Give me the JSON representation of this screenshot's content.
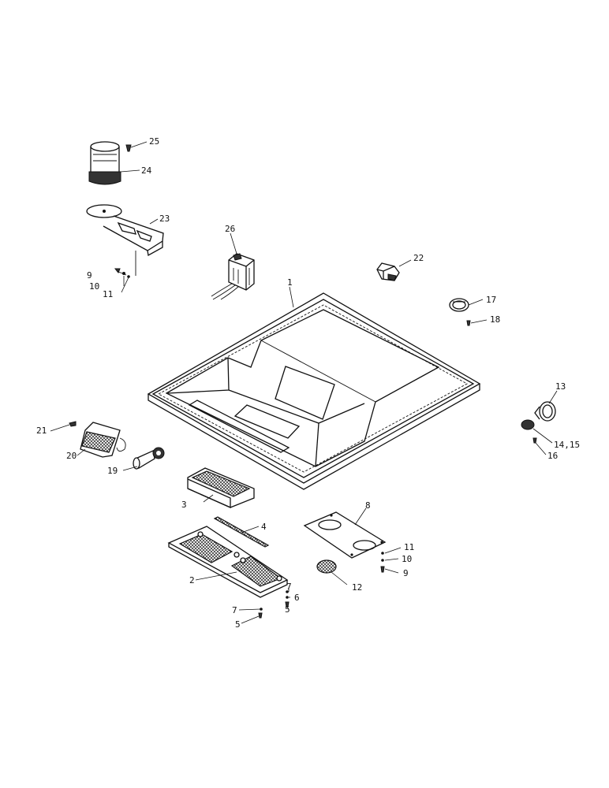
{
  "labels": [
    {
      "key": "l1",
      "text": "1"
    },
    {
      "key": "l2",
      "text": "2"
    },
    {
      "key": "l3",
      "text": "3"
    },
    {
      "key": "l4",
      "text": "4"
    },
    {
      "key": "l5a",
      "text": "5"
    },
    {
      "key": "l5b",
      "text": "5"
    },
    {
      "key": "l6",
      "text": "6"
    },
    {
      "key": "l7a",
      "text": "7"
    },
    {
      "key": "l7b",
      "text": "7"
    },
    {
      "key": "l8",
      "text": "8"
    },
    {
      "key": "l9a",
      "text": "9"
    },
    {
      "key": "l9b",
      "text": "9"
    },
    {
      "key": "l10a",
      "text": "10"
    },
    {
      "key": "l10b",
      "text": "10"
    },
    {
      "key": "l11a",
      "text": "11"
    },
    {
      "key": "l11b",
      "text": "11"
    },
    {
      "key": "l12",
      "text": "12"
    },
    {
      "key": "l13",
      "text": "13"
    },
    {
      "key": "l1415",
      "text": "14,15"
    },
    {
      "key": "l16",
      "text": "16"
    },
    {
      "key": "l17",
      "text": "17"
    },
    {
      "key": "l18",
      "text": "18"
    },
    {
      "key": "l19",
      "text": "19"
    },
    {
      "key": "l20",
      "text": "20"
    },
    {
      "key": "l21",
      "text": "21"
    },
    {
      "key": "l22",
      "text": "22"
    },
    {
      "key": "l23",
      "text": "23"
    },
    {
      "key": "l24",
      "text": "24"
    },
    {
      "key": "l25",
      "text": "25"
    },
    {
      "key": "l26",
      "text": "26"
    }
  ]
}
